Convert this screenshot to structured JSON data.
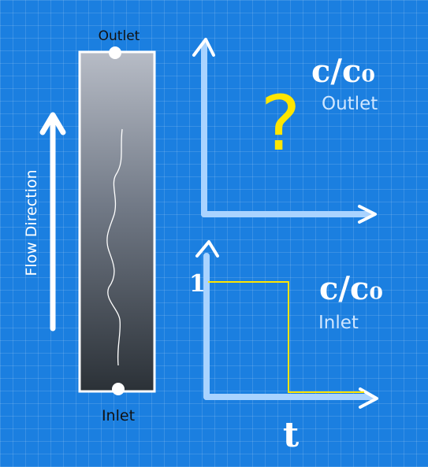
{
  "column": {
    "top_label": "Outlet",
    "bottom_label": "Inlet"
  },
  "flow_label": "Flow Direction",
  "outlet_plot": {
    "y_label": "c/c₀",
    "sub_label": "Outlet",
    "unknown_mark": "?"
  },
  "inlet_plot": {
    "y_label": "c/c₀",
    "sub_label": "Inlet",
    "y_tick_label": "1",
    "x_label": "t"
  },
  "colors": {
    "background": "#1b7fe0",
    "axis": "#a9d3ff",
    "signal": "#ffe600",
    "question": "#ffe600"
  }
}
